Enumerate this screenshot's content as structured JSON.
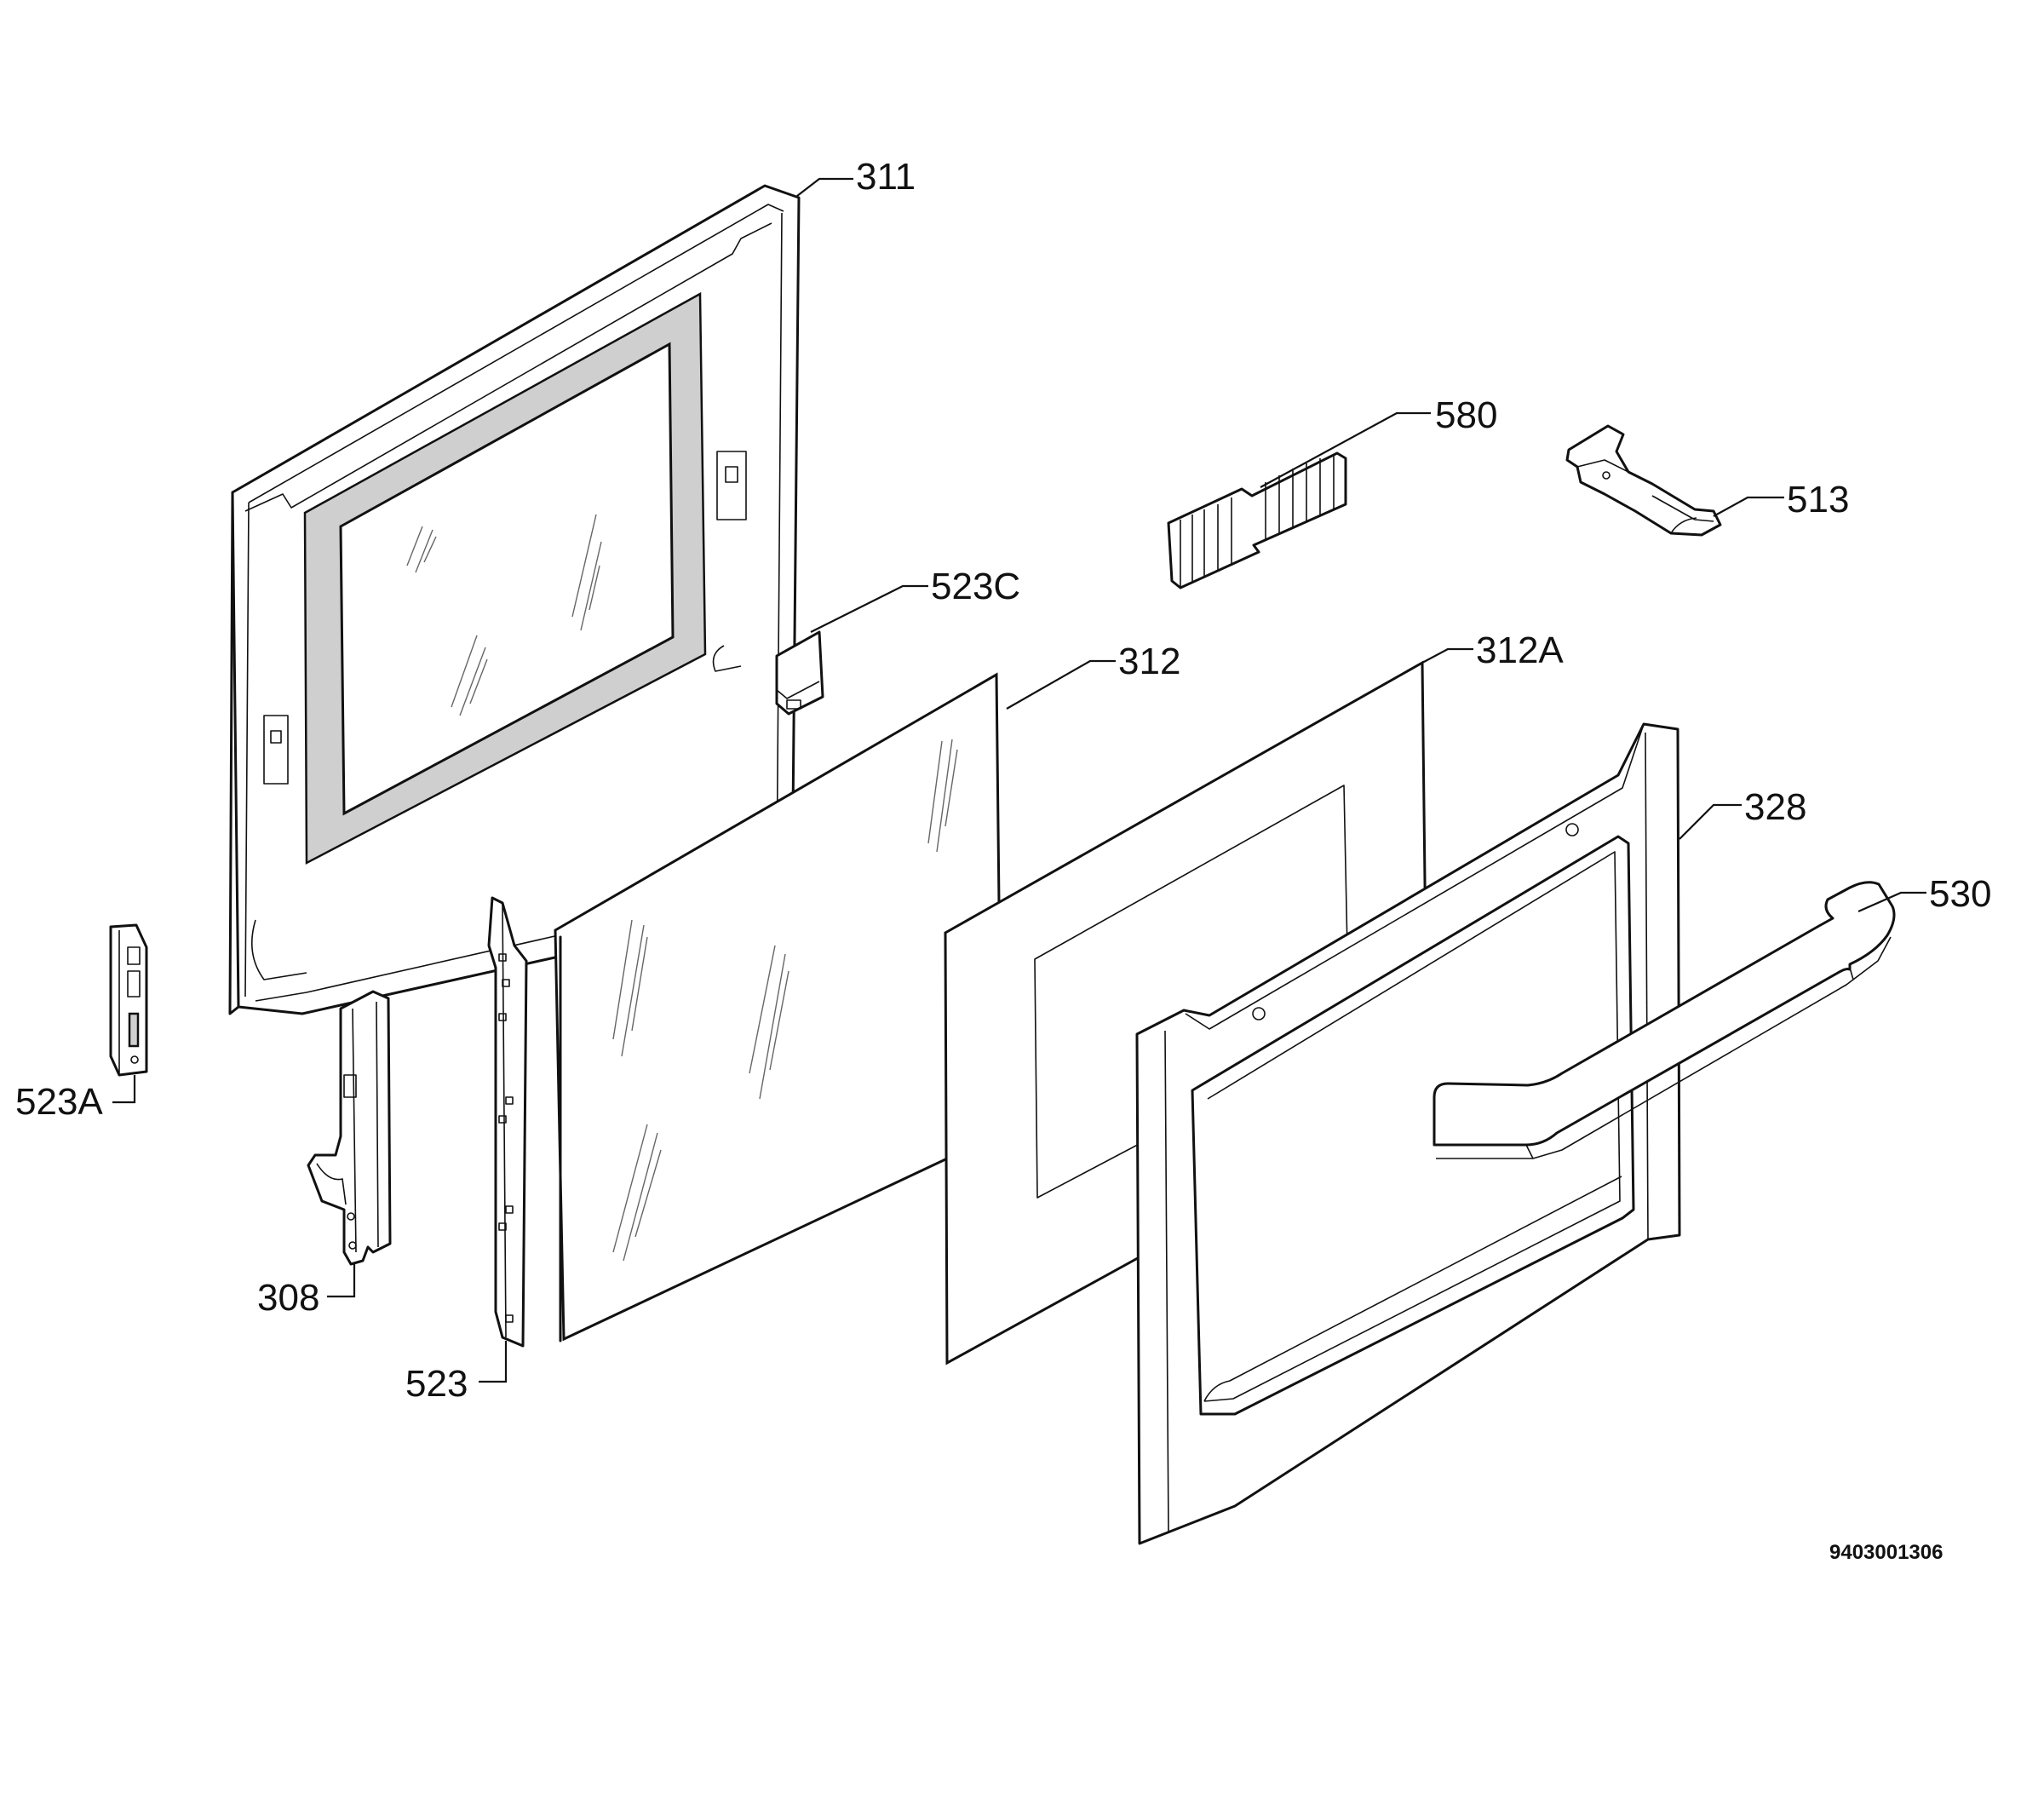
{
  "diagram": {
    "drawing_number": "9403001306",
    "parts": [
      {
        "id": "311",
        "label": "311"
      },
      {
        "id": "580",
        "label": "580"
      },
      {
        "id": "513",
        "label": "513"
      },
      {
        "id": "523C",
        "label": "523C"
      },
      {
        "id": "312",
        "label": "312"
      },
      {
        "id": "312A",
        "label": "312A"
      },
      {
        "id": "328",
        "label": "328"
      },
      {
        "id": "530",
        "label": "530"
      },
      {
        "id": "523A",
        "label": "523A"
      },
      {
        "id": "308",
        "label": "308"
      },
      {
        "id": "523",
        "label": "523"
      }
    ]
  }
}
